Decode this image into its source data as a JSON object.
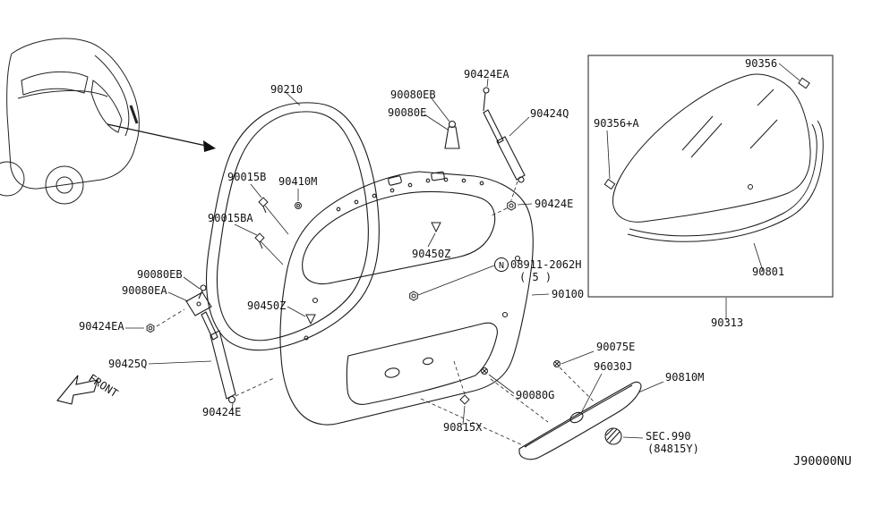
{
  "diagram": {
    "code": "J90000NU",
    "front_label": "FRONT",
    "fastener_note": {
      "prefix": "N",
      "number": "08911-2062H",
      "qty": "( 5 )"
    },
    "sec_ref": {
      "line1": "SEC.990",
      "line2": "(84815Y)"
    },
    "parts": {
      "p90210": "90210",
      "p90424ea_top": "90424EA",
      "p90080eb_top": "90080EB",
      "p90080e": "90080E",
      "p90424q": "90424Q",
      "p90356": "90356",
      "p90356a": "90356+A",
      "p90015b": "90015B",
      "p90410m": "90410M",
      "p90015ba": "90015BA",
      "p90424e_right": "90424E",
      "p90450z_center": "90450Z",
      "p90100": "90100",
      "p90801": "90801",
      "p90080eb_left": "90080EB",
      "p90080ea": "90080EA",
      "p90450z_left": "90450Z",
      "p90424ea_left": "90424EA",
      "p90313": "90313",
      "p90425q": "90425Q",
      "p90075e": "90075E",
      "p96030j": "96030J",
      "p90810m": "90810M",
      "p90080g": "90080G",
      "p90424e_bottom": "90424E",
      "p90815x": "90815X"
    }
  }
}
